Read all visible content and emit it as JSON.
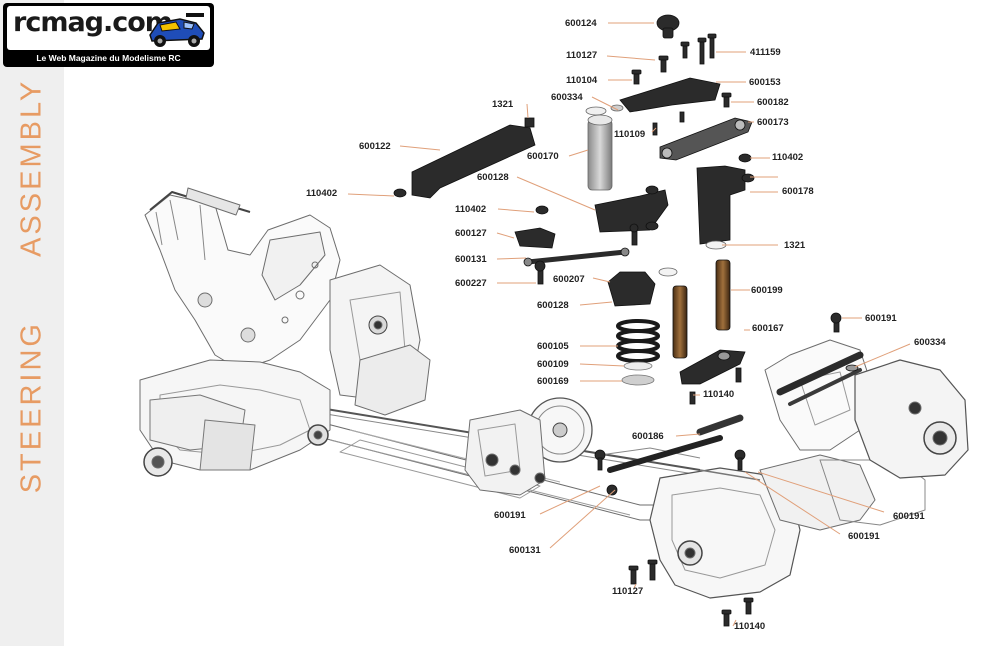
{
  "logo": {
    "wordmark": "rcmag.com",
    "tagline": "Le Web Magazine du Modelisme RC"
  },
  "side_title": [
    "STEERING",
    "ASSEMBLY"
  ],
  "colors": {
    "side_band": "#efefef",
    "side_title": "#e79b63",
    "part_dark": "#2b2b2b",
    "leader_line": "#e0a07a",
    "label_text": "#222222"
  },
  "part_labels": [
    "600124",
    "110127",
    "411159",
    "110104",
    "600153",
    "600334",
    "600182",
    "1321",
    "110109",
    "600173",
    "600122",
    "600170",
    "110402",
    "600128",
    "600178",
    "110402",
    "110402",
    "1321",
    "600127",
    "600131",
    "600207",
    "600227",
    "600199",
    "600128",
    "600191",
    "600167",
    "600334",
    "600105",
    "600109",
    "600169",
    "110140",
    "600186",
    "600191",
    "600191",
    "600131",
    "600191",
    "110127",
    "110140"
  ]
}
